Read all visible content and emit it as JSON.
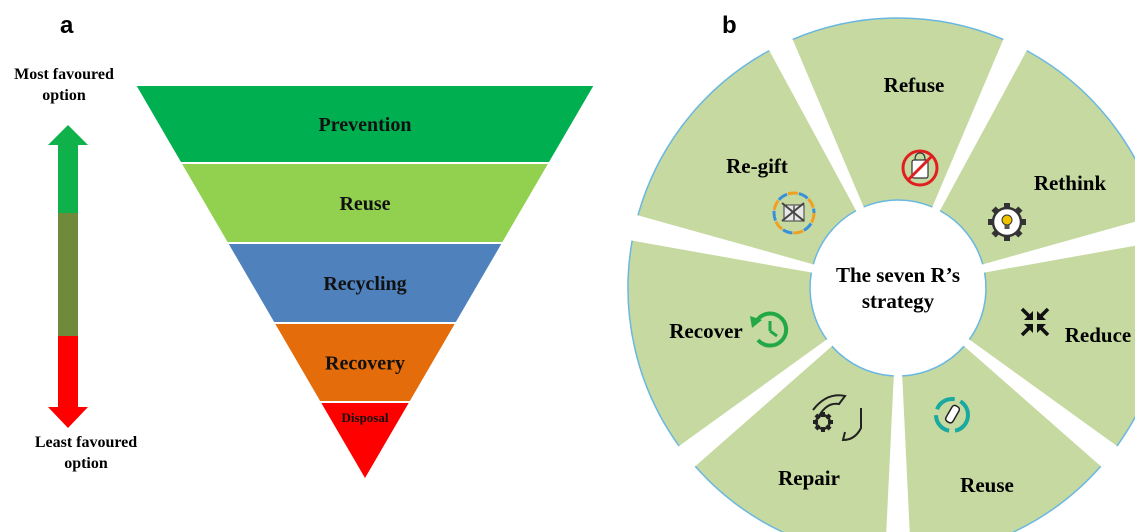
{
  "panel_a": {
    "letter": "a",
    "top_label": [
      "Most favoured",
      "option"
    ],
    "bottom_label": [
      "Least favoured",
      "option"
    ],
    "arrow_colors": {
      "top": "#0fb14b",
      "middle": "#6f8a3a",
      "bottom": "#ff0000"
    },
    "tiers": [
      {
        "label": "Prevention",
        "color": "#00b050"
      },
      {
        "label": "Reuse",
        "color": "#92d050"
      },
      {
        "label": "Recycling",
        "color": "#4f81bd"
      },
      {
        "label": "Recovery",
        "color": "#e46c0a"
      },
      {
        "label": "Disposal",
        "color": "#ff0000"
      }
    ]
  },
  "panel_b": {
    "letter": "b",
    "center_label": [
      "The seven R’s",
      "strategy"
    ],
    "segment_color": "#c6d9a0",
    "edge_color": "#6ab7e0",
    "segments": [
      {
        "label": "Refuse",
        "icon": "no-plastic-bag-icon"
      },
      {
        "label": "Rethink",
        "icon": "gear-lightbulb-icon"
      },
      {
        "label": "Reduce",
        "icon": "compress-arrows-icon"
      },
      {
        "label": "Reuse",
        "icon": "recycle-bottle-icon"
      },
      {
        "label": "Repair",
        "icon": "hands-gear-icon"
      },
      {
        "label": "Recover",
        "icon": "clock-arrow-icon"
      },
      {
        "label": "Re-gift",
        "icon": "gift-cycle-icon"
      }
    ]
  }
}
